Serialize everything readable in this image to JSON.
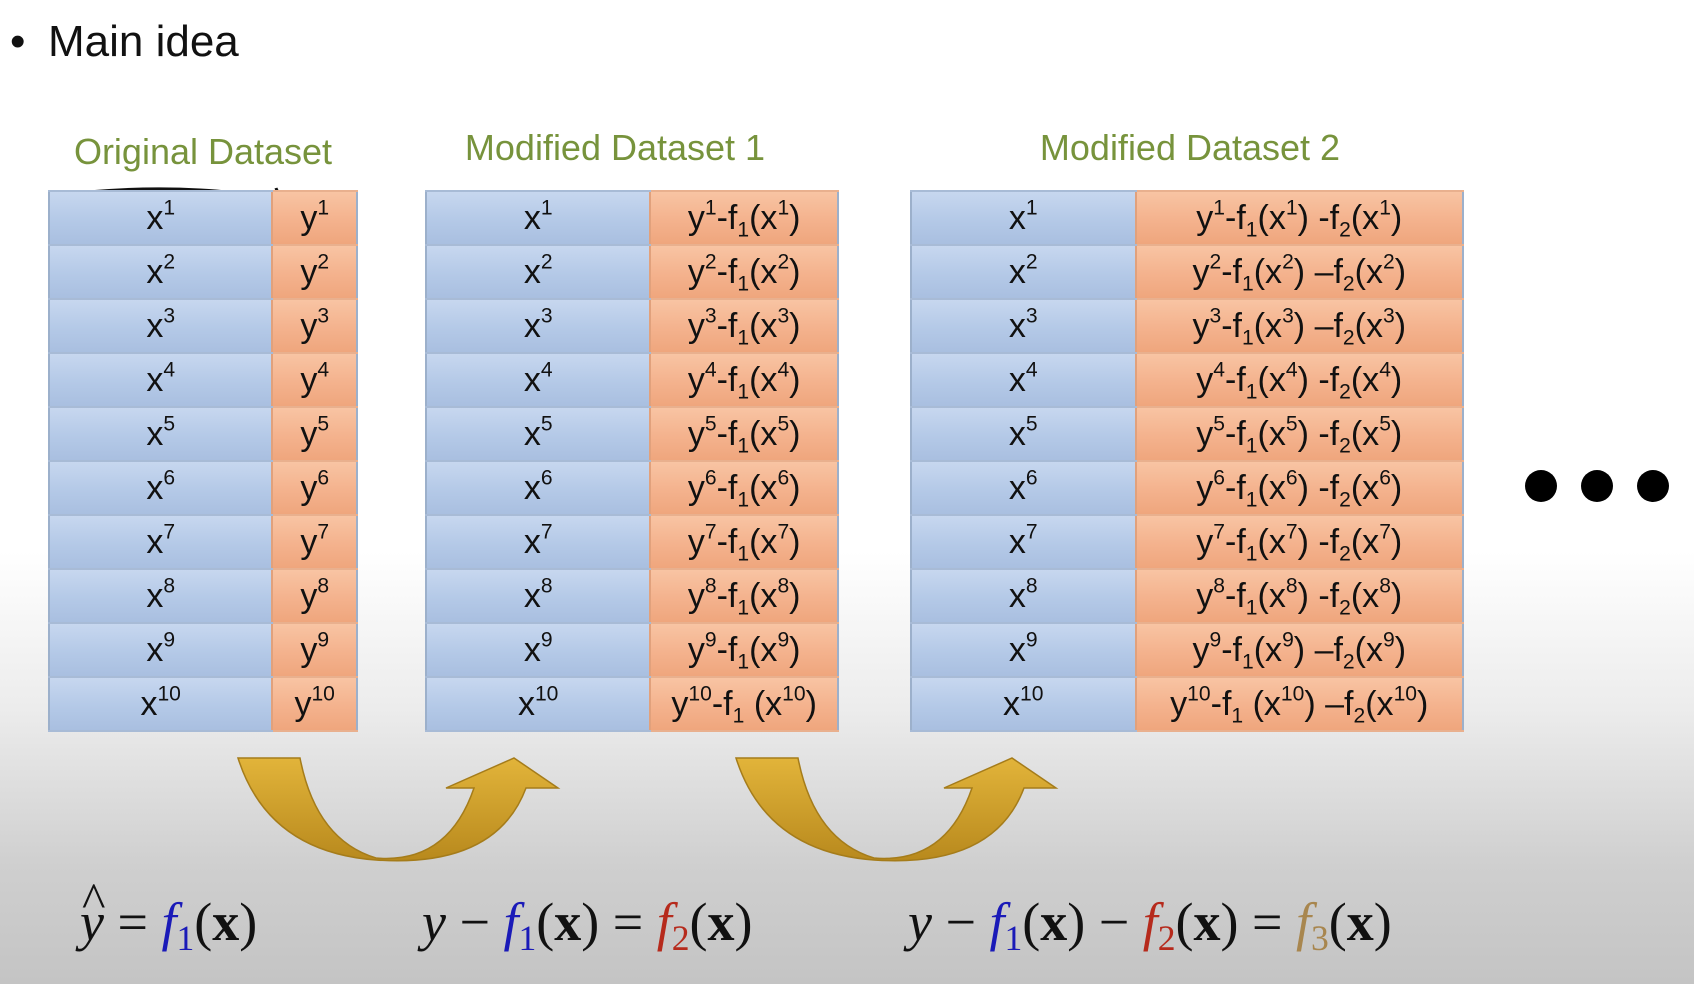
{
  "heading": {
    "bullet": "•",
    "text": "Main idea"
  },
  "datasets": [
    {
      "title": "Original Dataset",
      "rows": [
        {
          "x": "x",
          "xs": "1",
          "y": [
            [
              "t",
              "y"
            ],
            [
              "sup",
              "1"
            ]
          ]
        },
        {
          "x": "x",
          "xs": "2",
          "y": [
            [
              "t",
              "y"
            ],
            [
              "sup",
              "2"
            ]
          ]
        },
        {
          "x": "x",
          "xs": "3",
          "y": [
            [
              "t",
              "y"
            ],
            [
              "sup",
              "3"
            ]
          ]
        },
        {
          "x": "x",
          "xs": "4",
          "y": [
            [
              "t",
              "y"
            ],
            [
              "sup",
              "4"
            ]
          ]
        },
        {
          "x": "x",
          "xs": "5",
          "y": [
            [
              "t",
              "y"
            ],
            [
              "sup",
              "5"
            ]
          ]
        },
        {
          "x": "x",
          "xs": "6",
          "y": [
            [
              "t",
              "y"
            ],
            [
              "sup",
              "6"
            ]
          ]
        },
        {
          "x": "x",
          "xs": "7",
          "y": [
            [
              "t",
              "y"
            ],
            [
              "sup",
              "7"
            ]
          ]
        },
        {
          "x": "x",
          "xs": "8",
          "y": [
            [
              "t",
              "y"
            ],
            [
              "sup",
              "8"
            ]
          ]
        },
        {
          "x": "x",
          "xs": "9",
          "y": [
            [
              "t",
              "y"
            ],
            [
              "sup",
              "9"
            ]
          ]
        },
        {
          "x": "x",
          "xs": "10",
          "y": [
            [
              "t",
              "y"
            ],
            [
              "sup",
              "10"
            ]
          ]
        }
      ]
    },
    {
      "title": "Modified Dataset 1",
      "rows": [
        {
          "x": "x",
          "xs": "1",
          "y": [
            [
              "t",
              "y"
            ],
            [
              "sup",
              "1"
            ],
            [
              "t",
              "-f"
            ],
            [
              "sub",
              "1"
            ],
            [
              "t",
              "(x"
            ],
            [
              "sup",
              "1"
            ],
            [
              "t",
              ")"
            ]
          ]
        },
        {
          "x": "x",
          "xs": "2",
          "y": [
            [
              "t",
              "y"
            ],
            [
              "sup",
              "2"
            ],
            [
              "t",
              "-f"
            ],
            [
              "sub",
              "1"
            ],
            [
              "t",
              "(x"
            ],
            [
              "sup",
              "2"
            ],
            [
              "t",
              ")"
            ]
          ]
        },
        {
          "x": "x",
          "xs": "3",
          "y": [
            [
              "t",
              "y"
            ],
            [
              "sup",
              "3"
            ],
            [
              "t",
              "-f"
            ],
            [
              "sub",
              "1"
            ],
            [
              "t",
              "(x"
            ],
            [
              "sup",
              "3"
            ],
            [
              "t",
              ")"
            ]
          ]
        },
        {
          "x": "x",
          "xs": "4",
          "y": [
            [
              "t",
              "y"
            ],
            [
              "sup",
              "4"
            ],
            [
              "t",
              "-f"
            ],
            [
              "sub",
              "1"
            ],
            [
              "t",
              "(x"
            ],
            [
              "sup",
              "4"
            ],
            [
              "t",
              ")"
            ]
          ]
        },
        {
          "x": "x",
          "xs": "5",
          "y": [
            [
              "t",
              "y"
            ],
            [
              "sup",
              "5"
            ],
            [
              "t",
              "-f"
            ],
            [
              "sub",
              "1"
            ],
            [
              "t",
              "(x"
            ],
            [
              "sup",
              "5"
            ],
            [
              "t",
              ")"
            ]
          ]
        },
        {
          "x": "x",
          "xs": "6",
          "y": [
            [
              "t",
              "y"
            ],
            [
              "sup",
              "6"
            ],
            [
              "t",
              "-f"
            ],
            [
              "sub",
              "1"
            ],
            [
              "t",
              "(x"
            ],
            [
              "sup",
              "6"
            ],
            [
              "t",
              ")"
            ]
          ]
        },
        {
          "x": "x",
          "xs": "7",
          "y": [
            [
              "t",
              "y"
            ],
            [
              "sup",
              "7"
            ],
            [
              "t",
              "-f"
            ],
            [
              "sub",
              "1"
            ],
            [
              "t",
              "(x"
            ],
            [
              "sup",
              "7"
            ],
            [
              "t",
              ")"
            ]
          ]
        },
        {
          "x": "x",
          "xs": "8",
          "y": [
            [
              "t",
              "y"
            ],
            [
              "sup",
              "8"
            ],
            [
              "t",
              "-f"
            ],
            [
              "sub",
              "1"
            ],
            [
              "t",
              "(x"
            ],
            [
              "sup",
              "8"
            ],
            [
              "t",
              ")"
            ]
          ]
        },
        {
          "x": "x",
          "xs": "9",
          "y": [
            [
              "t",
              "y"
            ],
            [
              "sup",
              "9"
            ],
            [
              "t",
              "-f"
            ],
            [
              "sub",
              "1"
            ],
            [
              "t",
              "(x"
            ],
            [
              "sup",
              "9"
            ],
            [
              "t",
              ")"
            ]
          ]
        },
        {
          "x": "x",
          "xs": "10",
          "y": [
            [
              "t",
              "y"
            ],
            [
              "sup",
              "10"
            ],
            [
              "t",
              "-f"
            ],
            [
              "sub",
              "1"
            ],
            [
              "t",
              " (x"
            ],
            [
              "sup",
              "10"
            ],
            [
              "t",
              ")"
            ]
          ]
        }
      ]
    },
    {
      "title": "Modified Dataset 2",
      "rows": [
        {
          "x": "x",
          "xs": "1",
          "y": [
            [
              "t",
              "y"
            ],
            [
              "sup",
              "1"
            ],
            [
              "t",
              "-f"
            ],
            [
              "sub",
              "1"
            ],
            [
              "t",
              "(x"
            ],
            [
              "sup",
              "1"
            ],
            [
              "t",
              ") -f"
            ],
            [
              "sub",
              "2"
            ],
            [
              "t",
              "(x"
            ],
            [
              "sup",
              "1"
            ],
            [
              "t",
              ")"
            ]
          ]
        },
        {
          "x": "x",
          "xs": "2",
          "y": [
            [
              "t",
              "y"
            ],
            [
              "sup",
              "2"
            ],
            [
              "t",
              "-f"
            ],
            [
              "sub",
              "1"
            ],
            [
              "t",
              "(x"
            ],
            [
              "sup",
              "2"
            ],
            [
              "t",
              ") –f"
            ],
            [
              "sub",
              "2"
            ],
            [
              "t",
              "(x"
            ],
            [
              "sup",
              "2"
            ],
            [
              "t",
              ")"
            ]
          ]
        },
        {
          "x": "x",
          "xs": "3",
          "y": [
            [
              "t",
              "y"
            ],
            [
              "sup",
              "3"
            ],
            [
              "t",
              "-f"
            ],
            [
              "sub",
              "1"
            ],
            [
              "t",
              "(x"
            ],
            [
              "sup",
              "3"
            ],
            [
              "t",
              ") –f"
            ],
            [
              "sub",
              "2"
            ],
            [
              "t",
              "(x"
            ],
            [
              "sup",
              "3"
            ],
            [
              "t",
              ")"
            ]
          ]
        },
        {
          "x": "x",
          "xs": "4",
          "y": [
            [
              "t",
              "y"
            ],
            [
              "sup",
              "4"
            ],
            [
              "t",
              "-f"
            ],
            [
              "sub",
              "1"
            ],
            [
              "t",
              "(x"
            ],
            [
              "sup",
              "4"
            ],
            [
              "t",
              ") -f"
            ],
            [
              "sub",
              "2"
            ],
            [
              "t",
              "(x"
            ],
            [
              "sup",
              "4"
            ],
            [
              "t",
              ")"
            ]
          ]
        },
        {
          "x": "x",
          "xs": "5",
          "y": [
            [
              "t",
              "y"
            ],
            [
              "sup",
              "5"
            ],
            [
              "t",
              "-f"
            ],
            [
              "sub",
              "1"
            ],
            [
              "t",
              "(x"
            ],
            [
              "sup",
              "5"
            ],
            [
              "t",
              ") -f"
            ],
            [
              "sub",
              "2"
            ],
            [
              "t",
              "(x"
            ],
            [
              "sup",
              "5"
            ],
            [
              "t",
              ")"
            ]
          ]
        },
        {
          "x": "x",
          "xs": "6",
          "y": [
            [
              "t",
              "y"
            ],
            [
              "sup",
              "6"
            ],
            [
              "t",
              "-f"
            ],
            [
              "sub",
              "1"
            ],
            [
              "t",
              "(x"
            ],
            [
              "sup",
              "6"
            ],
            [
              "t",
              ") -f"
            ],
            [
              "sub",
              "2"
            ],
            [
              "t",
              "(x"
            ],
            [
              "sup",
              "6"
            ],
            [
              "t",
              ")"
            ]
          ]
        },
        {
          "x": "x",
          "xs": "7",
          "y": [
            [
              "t",
              "y"
            ],
            [
              "sup",
              "7"
            ],
            [
              "t",
              "-f"
            ],
            [
              "sub",
              "1"
            ],
            [
              "t",
              "(x"
            ],
            [
              "sup",
              "7"
            ],
            [
              "t",
              ") -f"
            ],
            [
              "sub",
              "2"
            ],
            [
              "t",
              "(x"
            ],
            [
              "sup",
              "7"
            ],
            [
              "t",
              ")"
            ]
          ]
        },
        {
          "x": "x",
          "xs": "8",
          "y": [
            [
              "t",
              "y"
            ],
            [
              "sup",
              "8"
            ],
            [
              "t",
              "-f"
            ],
            [
              "sub",
              "1"
            ],
            [
              "t",
              "(x"
            ],
            [
              "sup",
              "8"
            ],
            [
              "t",
              ") -f"
            ],
            [
              "sub",
              "2"
            ],
            [
              "t",
              "(x"
            ],
            [
              "sup",
              "8"
            ],
            [
              "t",
              ")"
            ]
          ]
        },
        {
          "x": "x",
          "xs": "9",
          "y": [
            [
              "t",
              "y"
            ],
            [
              "sup",
              "9"
            ],
            [
              "t",
              "-f"
            ],
            [
              "sub",
              "1"
            ],
            [
              "t",
              "(x"
            ],
            [
              "sup",
              "9"
            ],
            [
              "t",
              ") –f"
            ],
            [
              "sub",
              "2"
            ],
            [
              "t",
              "(x"
            ],
            [
              "sup",
              "9"
            ],
            [
              "t",
              ")"
            ]
          ]
        },
        {
          "x": "x",
          "xs": "10",
          "y": [
            [
              "t",
              "y"
            ],
            [
              "sup",
              "10"
            ],
            [
              "t",
              "-f"
            ],
            [
              "sub",
              "1"
            ],
            [
              "t",
              " (x"
            ],
            [
              "sup",
              "10"
            ],
            [
              "t",
              ") –f"
            ],
            [
              "sub",
              "2"
            ],
            [
              "t",
              "(x"
            ],
            [
              "sup",
              "10"
            ],
            [
              "t",
              ")"
            ]
          ]
        }
      ]
    }
  ],
  "equations": [
    [
      [
        "hat",
        "y"
      ],
      [
        "t",
        " = "
      ],
      [
        "f1",
        "f",
        "1"
      ],
      [
        "t",
        "("
      ],
      [
        "b",
        "x"
      ],
      [
        "t",
        ")"
      ]
    ],
    [
      [
        "v",
        "y"
      ],
      [
        "t",
        " − "
      ],
      [
        "f1",
        "f",
        "1"
      ],
      [
        "t",
        "("
      ],
      [
        "b",
        "x"
      ],
      [
        "t",
        ")"
      ],
      [
        "t",
        " = "
      ],
      [
        "f2",
        "f",
        "2"
      ],
      [
        "t",
        "("
      ],
      [
        "b",
        "x"
      ],
      [
        "t",
        ")"
      ]
    ],
    [
      [
        "v",
        "y"
      ],
      [
        "t",
        " − "
      ],
      [
        "f1",
        "f",
        "1"
      ],
      [
        "t",
        "("
      ],
      [
        "b",
        "x"
      ],
      [
        "t",
        ")"
      ],
      [
        "t",
        " − "
      ],
      [
        "f2",
        "f",
        "2"
      ],
      [
        "t",
        "("
      ],
      [
        "b",
        "x"
      ],
      [
        "t",
        ")"
      ],
      [
        "t",
        " = "
      ],
      [
        "f3",
        "f",
        "3"
      ],
      [
        "t",
        "("
      ],
      [
        "b",
        "x"
      ],
      [
        "t",
        ")"
      ]
    ]
  ],
  "colors": {
    "title_green": "#77933c",
    "x_cell_blue": "#b4c9e7",
    "y_cell_orange": "#f4b28d",
    "arrow_gold": "#d2a42c",
    "f1_blue": "#1a1ab8",
    "f2_red": "#b62a1c",
    "f3_tan": "#a8864e"
  }
}
